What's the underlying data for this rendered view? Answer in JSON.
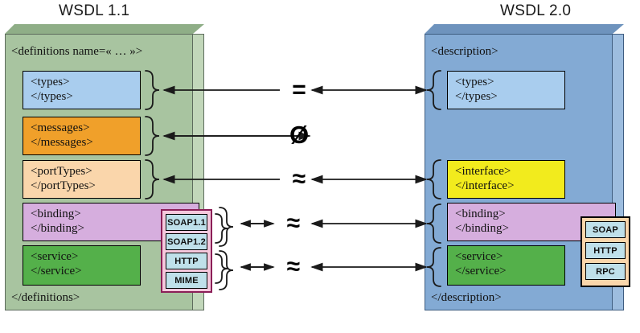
{
  "diagram": {
    "titles": {
      "left": "WSDL 1.1",
      "right": "WSDL 2.0"
    },
    "left_container": {
      "open_tag": "<definitions name=« … »>",
      "close_tag": "</definitions>",
      "fill": "#a8c4a0",
      "elements": [
        {
          "name": "types",
          "label": "<types>\n</types>",
          "fill": "#a9cdee"
        },
        {
          "name": "messages",
          "label": "<messages>\n</messages>",
          "fill": "#f0a02a"
        },
        {
          "name": "portTypes",
          "label": "<portTypes>\n</portTypes>",
          "fill": "#fad6ab"
        },
        {
          "name": "binding",
          "label": "<binding>\n</binding>",
          "fill": "#d6aede"
        },
        {
          "name": "service",
          "label": "<service>\n</service>",
          "fill": "#54b04a"
        }
      ],
      "protocols": {
        "frame_fill": "#f6c8dd",
        "frame_border": "#8b1f57",
        "items": [
          "SOAP1.1",
          "SOAP1.2",
          "HTTP",
          "MIME"
        ]
      }
    },
    "right_container": {
      "open_tag": "<description>",
      "close_tag": "</description>",
      "fill": "#83aad4",
      "elements": [
        {
          "name": "types",
          "label": "<types>\n</types>",
          "fill": "#a9cdee"
        },
        {
          "name": "interface",
          "label": "<interface>\n</interface>",
          "fill": "#f2eb1d"
        },
        {
          "name": "binding",
          "label": "<binding>\n</binding>",
          "fill": "#d6aede"
        },
        {
          "name": "service",
          "label": "<service>\n</service>",
          "fill": "#54b04a"
        }
      ],
      "protocols": {
        "frame_fill": "#fad6ab",
        "frame_border": "#000000",
        "items": [
          "SOAP",
          "HTTP",
          "RPC"
        ]
      }
    },
    "relations": [
      {
        "symbol": "=",
        "from": "types",
        "to": "types"
      },
      {
        "symbol": "Ø",
        "from": "messages",
        "to": "(none)"
      },
      {
        "symbol": "≈",
        "from": "portTypes",
        "to": "interface"
      },
      {
        "symbol": "≈",
        "from": "binding",
        "to": "binding"
      },
      {
        "symbol": "≈",
        "from": "service",
        "to": "service"
      }
    ]
  }
}
